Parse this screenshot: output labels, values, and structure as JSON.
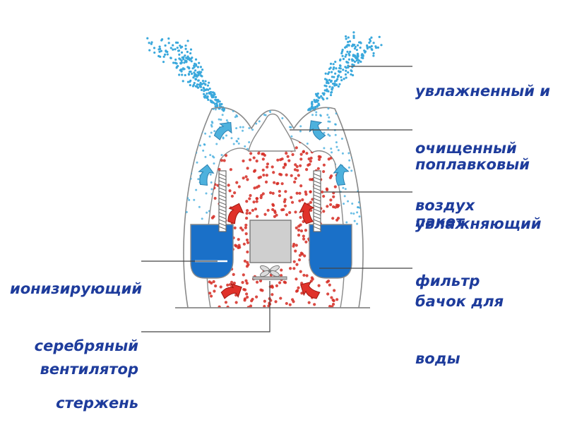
{
  "colors": {
    "label_text": "#1e3c9c",
    "outline": "#8a8a8a",
    "water": "#1a70c8",
    "water_light": "#dff0fa",
    "mist": "#3aa8dc",
    "arrow_blue": "#4db1dd",
    "hot_air": "#e0322a",
    "hot_dot": "#d52a22",
    "leader": "#444444",
    "filter": "#6a6a6a",
    "fan": "#777777"
  },
  "labels": {
    "humidified_air": [
      "увлажненный и",
      "очищенный",
      "воздух"
    ],
    "float_packet": [
      "поплавковый",
      "пакет"
    ],
    "humidifying_filter": [
      "увлажняющий",
      "фильтр"
    ],
    "water_tank": [
      "бачок для",
      "воды"
    ],
    "silver_rod": [
      "ионизирующий",
      "серебряный",
      "стержень"
    ],
    "fan": [
      "вентилятор"
    ]
  },
  "icons": {
    "mist_arrows": "curved-up-arrow-icon",
    "air_arrows": "curved-flow-arrow-icon",
    "fan": "fan-icon"
  }
}
